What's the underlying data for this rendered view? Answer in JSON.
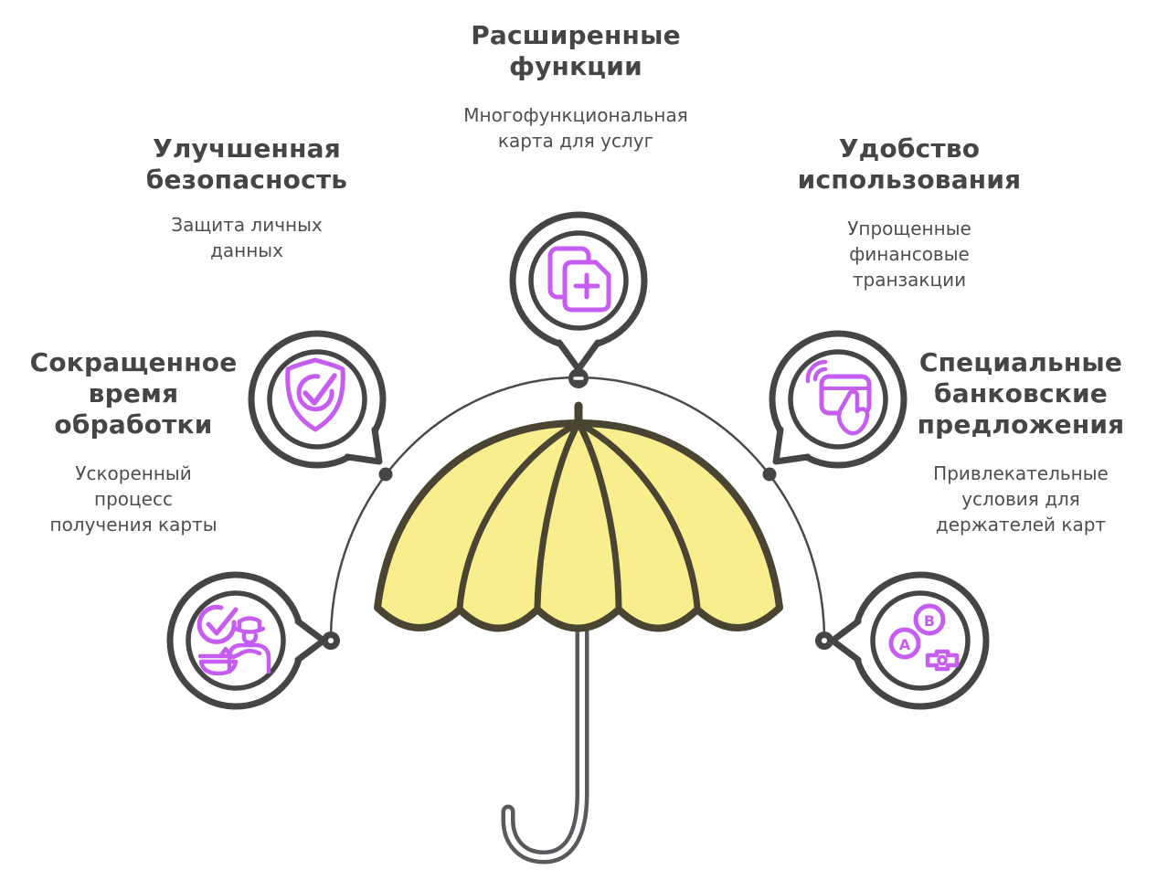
{
  "features": [
    {
      "id": "advanced-features",
      "title_lines": [
        "Расширенные",
        "функции"
      ],
      "desc_lines": [
        "Многофункциональная",
        "карта для услуг"
      ],
      "icon": "documents-add-icon"
    },
    {
      "id": "improved-security",
      "title_lines": [
        "Улучшенная",
        "безопасность"
      ],
      "desc_lines": [
        "Защита личных",
        "данных"
      ],
      "icon": "shield-check-icon"
    },
    {
      "id": "ease-of-use",
      "title_lines": [
        "Удобство",
        "использования"
      ],
      "desc_lines": [
        "Упрощенные",
        "финансовые",
        "транзакции"
      ],
      "icon": "contactless-payment-icon"
    },
    {
      "id": "reduced-processing-time",
      "title_lines": [
        "Сокращенное",
        "время",
        "обработки"
      ],
      "desc_lines": [
        "Ускоренный",
        "процесс",
        "получения карты"
      ],
      "icon": "officer-approval-icon"
    },
    {
      "id": "special-bank-offers",
      "title_lines": [
        "Специальные",
        "банковские",
        "предложения"
      ],
      "desc_lines": [
        "Привлекательные",
        "условия для",
        "держателей карт"
      ],
      "icon": "gamepad-buttons-icon"
    }
  ],
  "icon_text": {
    "button_a": "A",
    "button_b": "B"
  },
  "illustration": {
    "type": "umbrella",
    "canopy_color": "#f9ee8e",
    "canopy_outline": "#4a4532",
    "handle_color": "#595a5e"
  },
  "palette": {
    "ink": "#454545",
    "accent": "#c55ef0",
    "background": "#ffffff"
  }
}
